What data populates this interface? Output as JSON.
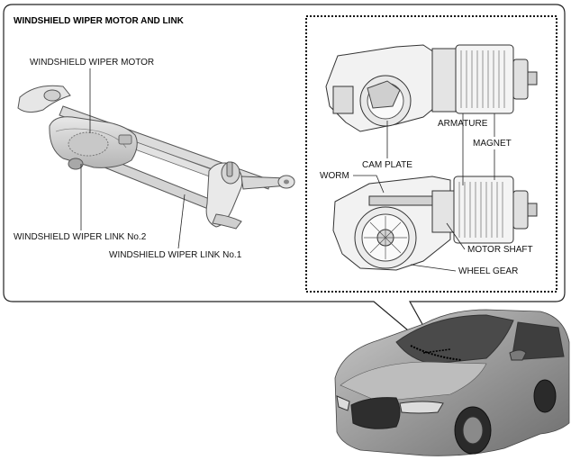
{
  "title": "WINDSHIELD WIPER MOTOR AND LINK",
  "labels": {
    "wiper_motor": "WINDSHIELD WIPER MOTOR",
    "link_no2": "WINDSHIELD WIPER LINK No.2",
    "link_no1": "WINDSHIELD WIPER LINK No.1",
    "cam_plate": "CAM PLATE",
    "armature": "ARMATURE",
    "magnet": "MAGNET",
    "worm": "WORM",
    "motor_shaft": "MOTOR SHAFT",
    "wheel_gear": "WHEEL GEAR"
  }
}
